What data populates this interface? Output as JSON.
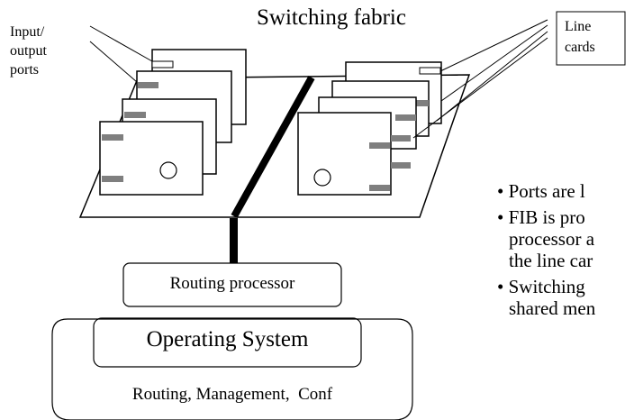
{
  "labels": {
    "io_ports_line1": "Input/",
    "io_ports_line2": "output",
    "io_ports_line3": "ports",
    "switching_fabric": "Switching fabric",
    "line_cards_line1": "Line",
    "line_cards_line2": "cards",
    "routing_processor": "Routing processor",
    "operating_system": "Operating System",
    "os_functions": "Routing, Management,  Conf"
  },
  "bullets": [
    {
      "lines": [
        "• Ports are l"
      ]
    },
    {
      "lines": [
        "• FIB is pro",
        "processor a",
        "the line car"
      ]
    },
    {
      "lines": [
        "• Switching",
        "shared men"
      ]
    }
  ],
  "colors": {
    "port": "#7f7f7f",
    "stroke": "#000000",
    "card_fill": "#ffffff"
  }
}
